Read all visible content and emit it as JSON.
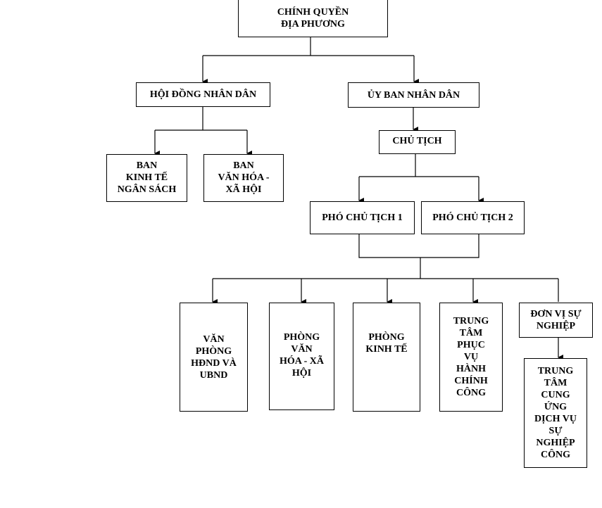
{
  "nodes": {
    "chinh_quyen": "CHÍNH QUYỀN\nĐỊA PHƯƠNG",
    "hdnd": "HỘI ĐỒNG NHÂN DÂN",
    "ubnd": "ỦY BAN NHÂN DÂN",
    "chu_tich": "CHỦ TỊCH",
    "ban_kinh_te": "BAN\nKINH TẾ\nNGÂN SÁCH",
    "ban_van_hoa": "BAN\nVĂN HÓA -\nXÃ HỘI",
    "pho_chu_tich_1": "PHÓ CHỦ TỊCH 1",
    "pho_chu_tich_2": "PHÓ CHỦ TỊCH 2",
    "van_phong": "VĂN\nPHÒNG\nHĐND VÀ\nUBND",
    "phong_van_hoa": "PHÒNG\nVĂN\nHÓA - XÃ\nHỘI",
    "phong_kinh_te": "PHÒNG\nKINH TẾ",
    "trung_tam_hcc": "TRUNG\nTÂM\nPHỤC\nVỤ\nHÀNH\nCHÍNH\nCÔNG",
    "don_vi_su_nghiep": "ĐƠN VỊ SỰ\nNGHIỆP",
    "trung_tam_cung_ung": "TRUNG\nTÂM\nCUNG\nỨNG\nDỊCH VỤ\nSỰ\nNGHIỆP\nCÔNG"
  },
  "edges": [
    {
      "from": "CHÍNH QUYỀN ĐỊA PHƯƠNG",
      "to": "HỘI ĐỒNG NHÂN DÂN"
    },
    {
      "from": "CHÍNH QUYỀN ĐỊA PHƯƠNG",
      "to": "ỦY BAN NHÂN DÂN"
    },
    {
      "from": "HỘI ĐỒNG NHÂN DÂN",
      "to": "BAN KINH TẾ NGÂN SÁCH"
    },
    {
      "from": "HỘI ĐỒNG NHÂN DÂN",
      "to": "BAN VĂN HÓA - XÃ HỘI"
    },
    {
      "from": "ỦY BAN NHÂN DÂN",
      "to": "CHỦ TỊCH"
    },
    {
      "from": "CHỦ TỊCH",
      "to": "PHÓ CHỦ TỊCH 1"
    },
    {
      "from": "CHỦ TỊCH",
      "to": "PHÓ CHỦ TỊCH 2"
    },
    {
      "from": "PHÓ CHỦ TỊCH",
      "to": "VĂN PHÒNG HĐND VÀ UBND"
    },
    {
      "from": "PHÓ CHỦ TỊCH",
      "to": "PHÒNG VĂN HÓA - XÃ HỘI"
    },
    {
      "from": "PHÓ CHỦ TỊCH",
      "to": "PHÒNG KINH TẾ"
    },
    {
      "from": "PHÓ CHỦ TỊCH",
      "to": "TRUNG TÂM PHỤC VỤ HÀNH CHÍNH CÔNG"
    },
    {
      "from": "PHÓ CHỦ TỊCH",
      "to": "ĐƠN VỊ SỰ NGHIỆP"
    },
    {
      "from": "ĐƠN VỊ SỰ NGHIỆP",
      "to": "TRUNG TÂM CUNG ỨNG DỊCH VỤ SỰ NGHIỆP CÔNG"
    }
  ]
}
